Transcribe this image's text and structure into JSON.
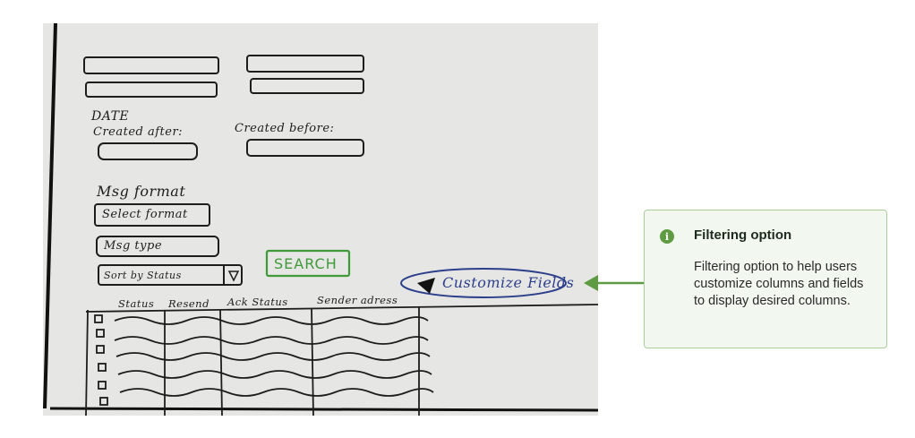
{
  "sketch": {
    "date_label": "DATE",
    "created_after_label": "Created after:",
    "created_before_label": "Created before:",
    "msg_format_label": "Msg format",
    "select_format": "Select format",
    "msg_type": "Msg type",
    "sort_by_status": "Sort by Status",
    "search_button": "SEARCH",
    "customize_fields": "Customize Fields",
    "table_headers": [
      "Status",
      "Resend",
      "Ack Status",
      "Sender adress"
    ]
  },
  "annotation": {
    "title": "Filtering option",
    "body": "Filtering option to help users customize columns and fields to display desired columns."
  },
  "colors": {
    "accent_green": "#5f9b43",
    "card_border": "#a9cf9d",
    "card_bg": "#f2f8ef",
    "sketch_blue": "#2c3f8a",
    "sketch_green": "#3f9a3a"
  }
}
